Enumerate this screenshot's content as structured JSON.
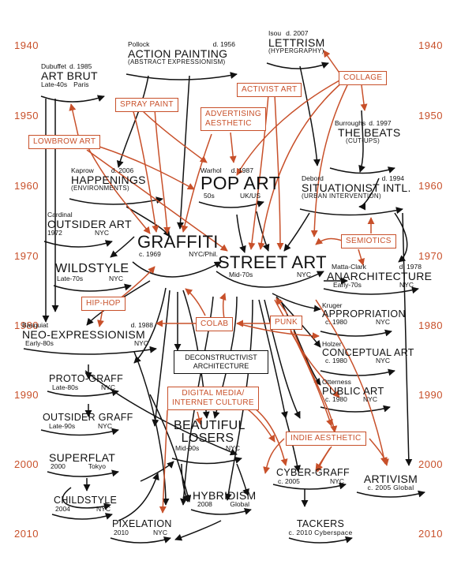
{
  "years": [
    "1940",
    "1950",
    "1960",
    "1970",
    "1980",
    "1990",
    "2000",
    "2010"
  ],
  "nodes": {
    "art_brut": {
      "pre": "Dubuffet",
      "death": "d. 1985",
      "title": "ART BRUT",
      "era": "Late-40s",
      "place": "Paris"
    },
    "action_painting": {
      "pre": "Pollock",
      "death": "d. 1956",
      "title": "ACTION PAINTING",
      "sub": "(ABSTRACT EXPRESSIONISM)"
    },
    "lettrism": {
      "pre": "Isou",
      "death": "d. 2007",
      "title": "LETTRISM",
      "sub": "(HYPERGRAPHY)"
    },
    "the_beats": {
      "pre": "Burroughs",
      "death": "d. 1997",
      "title": "THE BEATS",
      "sub": "(CUT-UPS)"
    },
    "happenings": {
      "pre": "Kaprow",
      "death": "d. 2006",
      "title": "HAPPENINGS",
      "sub": "(ENVIRONMENTS)"
    },
    "pop_art": {
      "pre": "Warhol",
      "death": "d. 1987",
      "title": "POP ART",
      "era": "50s",
      "place": "UK/US"
    },
    "situationist": {
      "pre": "Debord",
      "death": "d. 1994",
      "title": "SITUATIONIST INTL.",
      "sub": "(URBAN INTERVENTION)"
    },
    "outsider_art": {
      "pre": "Cardinal",
      "title": "OUTSIDER ART",
      "era": "1972",
      "place": "NYC"
    },
    "graffiti": {
      "title": "GRAFFITI",
      "era": "c. 1969",
      "place": "NYC/Phil."
    },
    "street_art": {
      "title": "STREET ART",
      "era": "Mid-70s",
      "place": "NYC"
    },
    "wildstyle": {
      "title": "WILDSTYLE",
      "era": "Late-70s",
      "place": "NYC"
    },
    "anarchitecture": {
      "pre": "Matta-Clark",
      "death": "d. 1978",
      "title": "ANARCHITECTURE",
      "era": "Early-70s",
      "place": "NYC"
    },
    "neo_expressionism": {
      "pre": "Basquiat",
      "death": "d. 1988",
      "title": "NEO-EXPRESSIONISM",
      "era": "Early-80s",
      "place": "NYC"
    },
    "appropriation": {
      "pre": "Kruger",
      "title": "APPROPRIATION",
      "era": "c. 1980",
      "place": "NYC"
    },
    "conceptual_art": {
      "pre": "Holzer",
      "title": "CONCEPTUAL ART",
      "era": "c. 1980",
      "place": "NYC"
    },
    "public_art": {
      "pre": "Otterness",
      "title": "PUBLIC ART",
      "era": "c. 1980",
      "place": "NYC"
    },
    "proto_graff": {
      "title": "PROTO-GRAFF",
      "era": "Late-80s",
      "place": "NYC"
    },
    "outsider_graff": {
      "title": "OUTSIDER GRAFF",
      "era": "Late-90s",
      "place": "NYC"
    },
    "beautiful_losers": {
      "title1": "BEAUTIFUL",
      "title2": "LOSERS",
      "era": "Mid-90s",
      "place": "NYC"
    },
    "superflat": {
      "title": "SUPERFLAT",
      "era": "2000",
      "place": "Tokyo"
    },
    "cyber_graff": {
      "title": "CYBER-GRAFF",
      "era": "c. 2005",
      "place": "NYC"
    },
    "artivism": {
      "title": "ARTIVISM",
      "era": "c. 2005 Global"
    },
    "childstyle": {
      "title": "CHILDSTYLE",
      "era": "2004",
      "place": "NYC"
    },
    "hybridism": {
      "title": "HYBRIDISM",
      "era": "2008",
      "place": "Global"
    },
    "pixelation": {
      "title": "PIXELATION",
      "era": "2010",
      "place": "NYC"
    },
    "tackers": {
      "title": "TACKERS",
      "era": "c. 2010 Cyberspace"
    }
  },
  "tags": {
    "collage": "COLLAGE",
    "spray_paint": "SPRAY PAINT",
    "activist_art": "ACTIVIST ART",
    "advertising_1": "ADVERTISING",
    "advertising_2": "AESTHETIC",
    "lowbrow_art": "LOWBROW ART",
    "semiotics": "SEMIOTICS",
    "hip_hop": "HIP-HOP",
    "colab": "COLAB",
    "punk": "PUNK",
    "digital_1": "DIGITAL MEDIA/",
    "digital_2": "INTERNET CULTURE",
    "indie_aesthetic": "INDIE AESTHETIC"
  },
  "boxes": {
    "deconstructivist_1": "DECONSTRUCTIVIST",
    "deconstructivist_2": "ARCHITECTURE"
  },
  "colors": {
    "ink": "#111111",
    "accent": "#c8502a",
    "background": "#ffffff"
  }
}
